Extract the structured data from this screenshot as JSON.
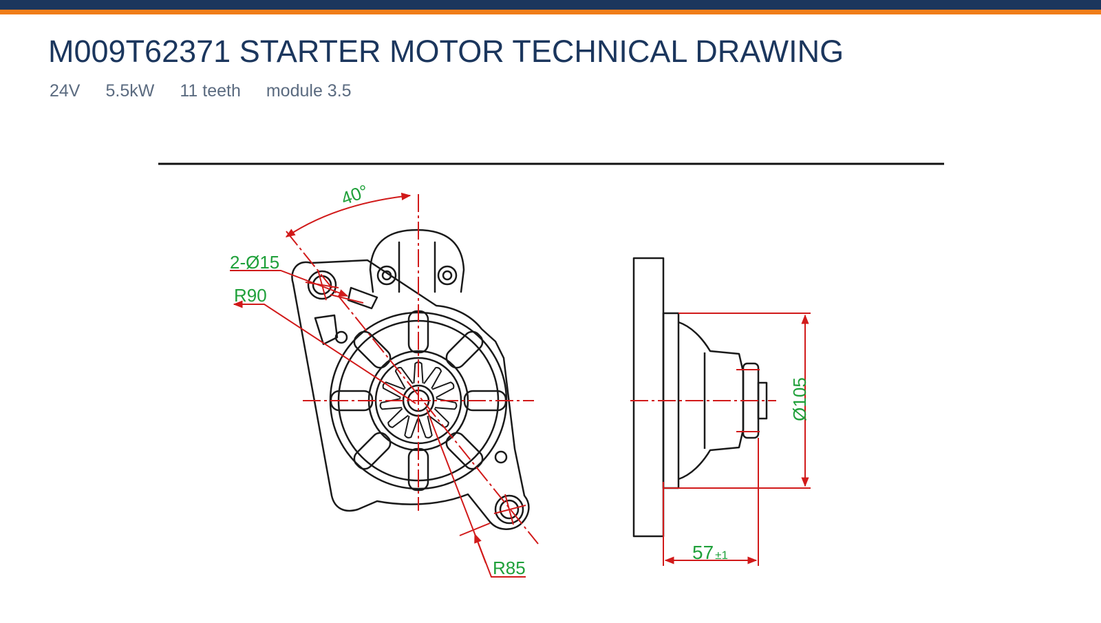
{
  "header": {
    "title": "M009T62371 STARTER MOTOR TECHNICAL DRAWING",
    "specs": [
      "24V",
      "5.5kW",
      "11 teeth",
      "module 3.5"
    ]
  },
  "drawing": {
    "front_view": {
      "angle_label": "40°",
      "holes_label": "2-Ø15",
      "radius_label_upper": "R90",
      "radius_label_lower": "R85"
    },
    "side_view": {
      "diameter_label": "Ø105",
      "length_label": "57",
      "length_tolerance": "±1"
    }
  },
  "colors": {
    "header_bar": "#1b365d",
    "accent_bar": "#f07d19",
    "title": "#1b365d",
    "spec_text": "#5b6b80",
    "outline": "#1a1a1a",
    "dimension_line": "#d11a1a",
    "dimension_text": "#1fa03a"
  }
}
